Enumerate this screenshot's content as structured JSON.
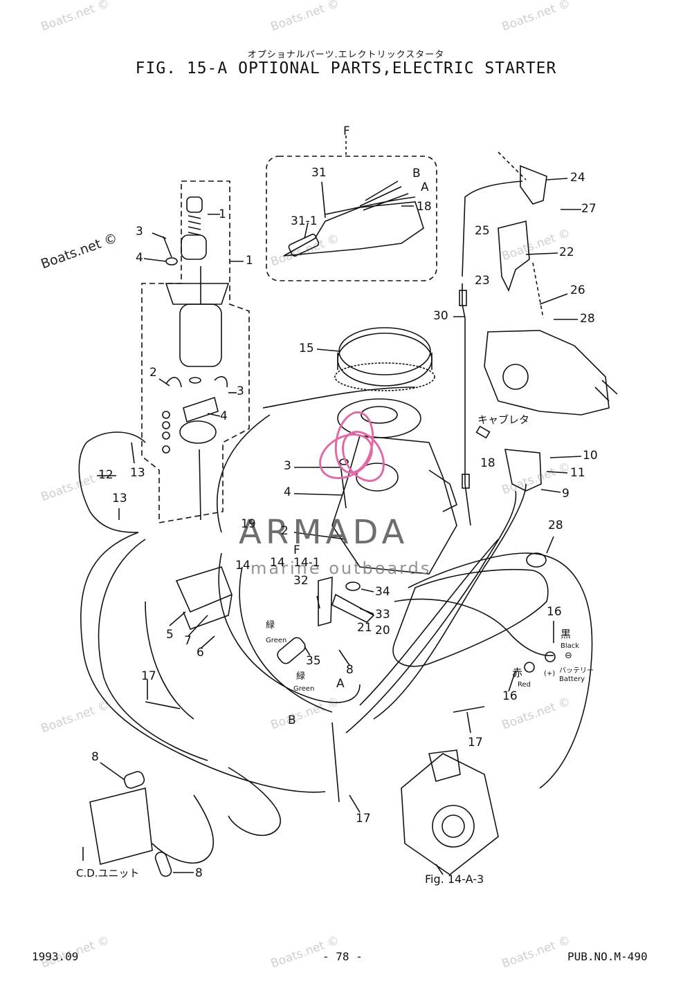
{
  "header": {
    "title_jp": "オプショナルパーツ.エレクトリックスタータ",
    "title_en": "FIG. 15-A OPTIONAL PARTS,ELECTRIC STARTER"
  },
  "watermark": {
    "text": "Boats.net ©"
  },
  "brand": {
    "name": "ARMADA",
    "tagline": "marine outboards",
    "accent_color": "#e06aa8"
  },
  "detail_box": {
    "label": "F"
  },
  "callouts": {
    "c1a": "1",
    "c1b": "1",
    "c3a": "3",
    "c4a": "4",
    "c2a": "2",
    "c3b": "3",
    "c4b": "4",
    "c31": "31",
    "c31_1": "31-1",
    "cB1": "B",
    "cA1": "A",
    "c18a": "18",
    "c24": "24",
    "c27": "27",
    "c25": "25",
    "c22": "22",
    "c23": "23",
    "c26": "26",
    "c28a": "28",
    "c30": "30",
    "c15": "15",
    "c18b": "18",
    "c10": "10",
    "c11": "11",
    "c9": "9",
    "c12": "12",
    "c13a": "13",
    "c13b": "13",
    "c3c": "3",
    "c4c": "4",
    "c2b": "2",
    "c19": "19",
    "c14a": "14",
    "c14b": "14",
    "cF2": "F",
    "c14_1": "14-1",
    "c32": "32",
    "c34": "34",
    "c33": "33",
    "c21": "21",
    "c20": "20",
    "c5": "5",
    "c7": "7",
    "c6": "6",
    "c35": "35",
    "c8a": "8",
    "cA2": "A",
    "cB2": "B",
    "c28b": "28",
    "c16a": "16",
    "c16b": "16",
    "c17a": "17",
    "c17b": "17",
    "c17c": "17",
    "c8b": "8",
    "c8c": "8"
  },
  "annotations": {
    "carburetor_jp": "キャブレタ",
    "cd_unit": "C.D.ユニット",
    "fig_ref": "Fig. 14-A-3",
    "green_jp_1": "緑",
    "green_en_1": "Green",
    "green_jp_2": "緑",
    "green_en_2": "Green",
    "black_jp": "黒",
    "black_en": "Black",
    "minus": "⊖",
    "red_jp": "赤",
    "red_en": "Red",
    "plus": "(+)",
    "battery_jp": "バッテリー",
    "battery_en": "Battery"
  },
  "footer": {
    "date": "1993.09",
    "page": "- 78 -",
    "pub_no": "PUB.NO.M-490"
  }
}
